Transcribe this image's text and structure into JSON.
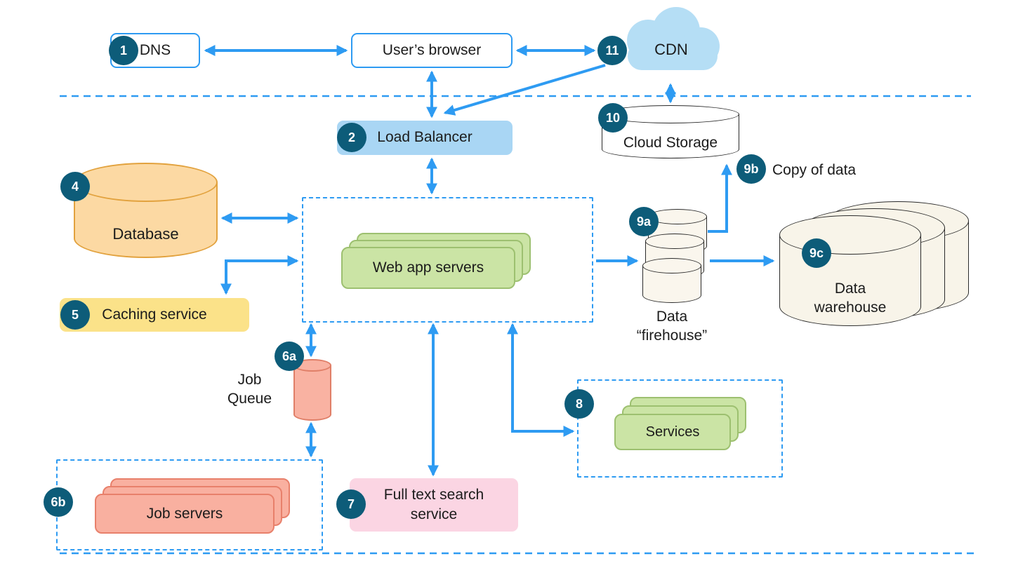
{
  "colors": {
    "arrow_blue": "#2e9bf2",
    "badge_navy": "#0d5c79",
    "light_blue_fill": "#a9d6f4",
    "cloud_blue": "#b5def5",
    "database_fill": "#fcd9a3",
    "database_stroke": "#e2a23e",
    "caching_yellow": "#fbe289",
    "green_fill": "#cbe4a5",
    "green_stroke": "#9dc070",
    "salmon_fill": "#f9b0a0",
    "salmon_stroke": "#e8806b",
    "pink_fill": "#fbd5e3",
    "offwhite_fill": "#f8f4e9",
    "dark_stroke": "#2b2b2b"
  },
  "nodes": {
    "dns": {
      "badge": "1",
      "label": "DNS"
    },
    "users_browser": {
      "label": "User’s browser"
    },
    "cdn": {
      "badge": "11",
      "label": "CDN"
    },
    "load_balancer": {
      "badge": "2",
      "label": "Load Balancer"
    },
    "cloud_storage": {
      "badge": "10",
      "label": "Cloud Storage"
    },
    "copy_of_data": {
      "badge": "9b",
      "label": "Copy of data"
    },
    "database": {
      "badge": "4",
      "label": "Database"
    },
    "caching": {
      "badge": "5",
      "label": "Caching service"
    },
    "web_app_servers": {
      "label": "Web app servers"
    },
    "firehose": {
      "badge": "9a",
      "label": "Data\n“firehouse”"
    },
    "warehouse": {
      "badge": "9c",
      "label": "Data\nwarehouse"
    },
    "job_queue": {
      "badge": "6a",
      "label": "Job\nQueue"
    },
    "job_servers": {
      "badge": "6b",
      "label": "Job servers"
    },
    "full_text_search": {
      "badge": "7",
      "label": "Full text search\nservice"
    },
    "services": {
      "badge": "8",
      "label": "Services"
    }
  },
  "edges": [
    {
      "from": "DNS",
      "to": "User’s browser",
      "bidirectional": true
    },
    {
      "from": "User’s browser",
      "to": "CDN",
      "bidirectional": true
    },
    {
      "from": "User’s browser",
      "to": "Load Balancer",
      "bidirectional": true
    },
    {
      "from": "CDN",
      "to": "Load Balancer",
      "bidirectional": false
    },
    {
      "from": "CDN",
      "to": "Cloud Storage",
      "bidirectional": true
    },
    {
      "from": "Load Balancer",
      "to": "Web app servers",
      "bidirectional": true
    },
    {
      "from": "Database",
      "to": "Web app servers",
      "bidirectional": true
    },
    {
      "from": "Web app servers",
      "to": "Caching service",
      "bidirectional": true
    },
    {
      "from": "Web app servers",
      "to": "Data firehouse",
      "bidirectional": false
    },
    {
      "from": "Data firehouse",
      "to": "Data warehouse",
      "bidirectional": false
    },
    {
      "from": "Data firehouse",
      "to": "Cloud Storage",
      "label": "Copy of data",
      "bidirectional": false
    },
    {
      "from": "Web app servers",
      "to": "Job Queue",
      "bidirectional": true
    },
    {
      "from": "Job Queue",
      "to": "Job servers",
      "bidirectional": true
    },
    {
      "from": "Web app servers",
      "to": "Full text search service",
      "bidirectional": true
    },
    {
      "from": "Web app servers",
      "to": "Services",
      "bidirectional": true
    }
  ]
}
